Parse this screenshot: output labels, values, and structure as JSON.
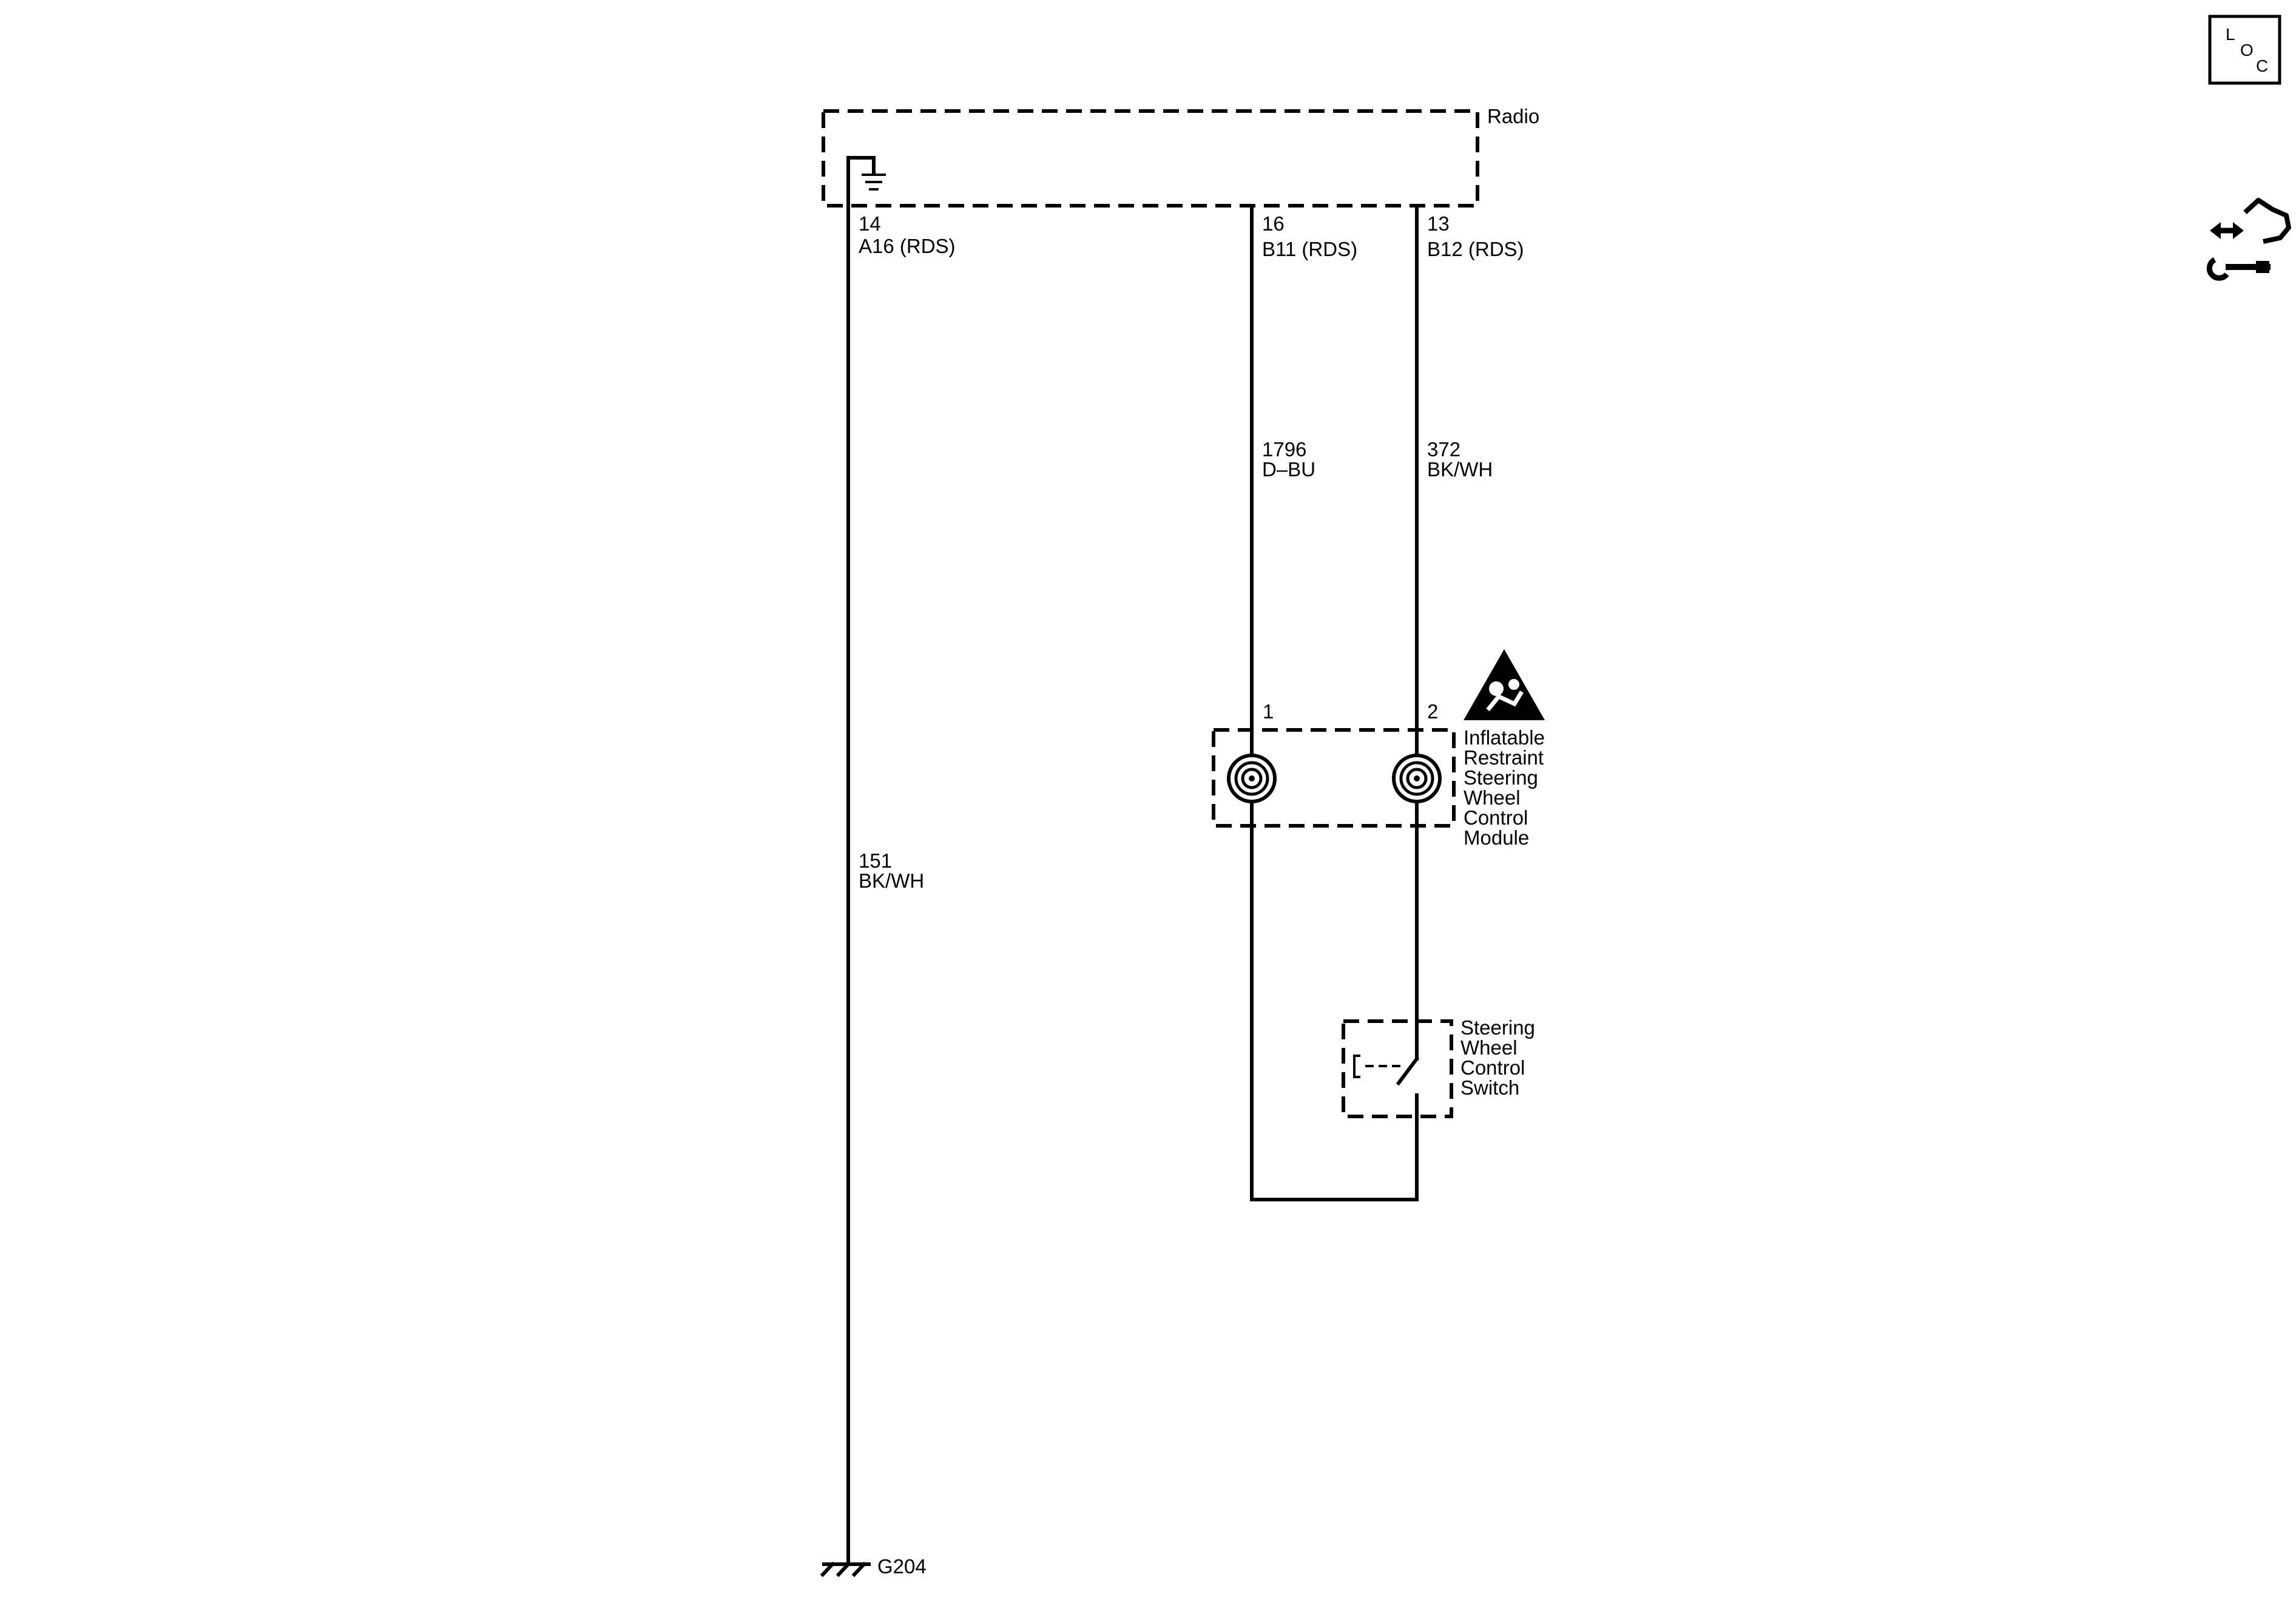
{
  "radio": {
    "name": "Radio",
    "pins": [
      {
        "pin": "14",
        "connector": "A16 (RDS)"
      },
      {
        "pin": "16",
        "connector": "B11 (RDS)"
      },
      {
        "pin": "13",
        "connector": "B12 (RDS)"
      }
    ]
  },
  "wires": [
    {
      "circuit": "151",
      "color": "BK/WH"
    },
    {
      "circuit": "1796",
      "color": "D–BU"
    },
    {
      "circuit": "372",
      "color": "BK/WH"
    }
  ],
  "module": {
    "pins": [
      "1",
      "2"
    ],
    "name_lines": [
      "Inflatable",
      "Restraint",
      "Steering",
      "Wheel",
      "Control",
      "Module"
    ]
  },
  "switch": {
    "name_lines": [
      "Steering",
      "Wheel",
      "Control",
      "Switch"
    ]
  },
  "ground": {
    "label": "G204"
  },
  "loc_box": {
    "letters": [
      "L",
      "O",
      "C"
    ]
  },
  "icons": {
    "airbag": "airbag-warning-icon",
    "service": "service-info-icon"
  }
}
